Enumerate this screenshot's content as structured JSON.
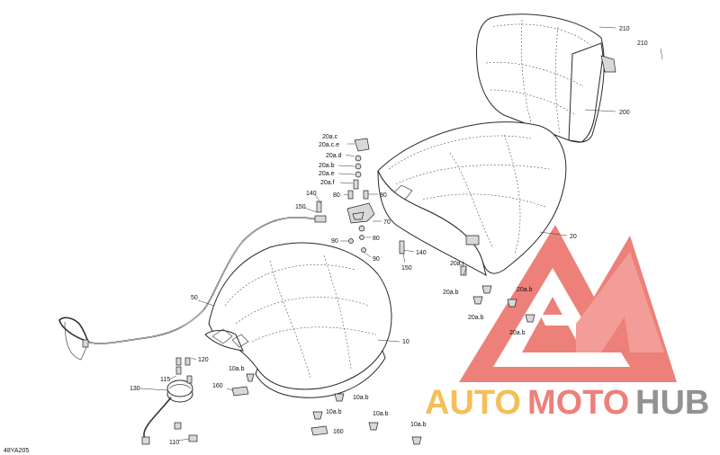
{
  "figure_code": "48YA205",
  "callouts": {
    "c210a": "210",
    "c210b": "210",
    "c200": "200",
    "c20": "20",
    "c10": "10",
    "c20ac": "20a.c",
    "c20ace": "20a.c.e",
    "c20ad": "20a.d",
    "c20ab_top": "20a.b",
    "c20ae": "20a.e",
    "c20af": "20a.f",
    "c140a": "140",
    "c80a": "80",
    "c80b": "80",
    "c150a": "150",
    "c70": "70",
    "c90a": "90",
    "c80c": "80",
    "c90b": "90",
    "c140b": "140",
    "c150b": "150",
    "c20aj": "20a.j",
    "c20ab_r1": "20a.b",
    "c20ab_r2": "20a.b",
    "c20ab_r3": "20a.b",
    "c20ab_r4": "20a.b",
    "c50": "50",
    "c120": "120",
    "c115": "115",
    "c130": "130",
    "c110": "110",
    "c160a": "160",
    "c10ab_a": "10a.b",
    "c10ab_b": "10a.b",
    "c10ab_c": "10a.b",
    "c10ab_d": "10a.b",
    "c10ab_e": "10a.b",
    "c160b": "160"
  },
  "watermark": {
    "word_auto": "AUTO",
    "word_moto": "MOTO",
    "word_hub": "HUB",
    "accent_red": "#ec6a63",
    "accent_yellow": "#f3b43a",
    "accent_grey": "#7f7f7f"
  }
}
